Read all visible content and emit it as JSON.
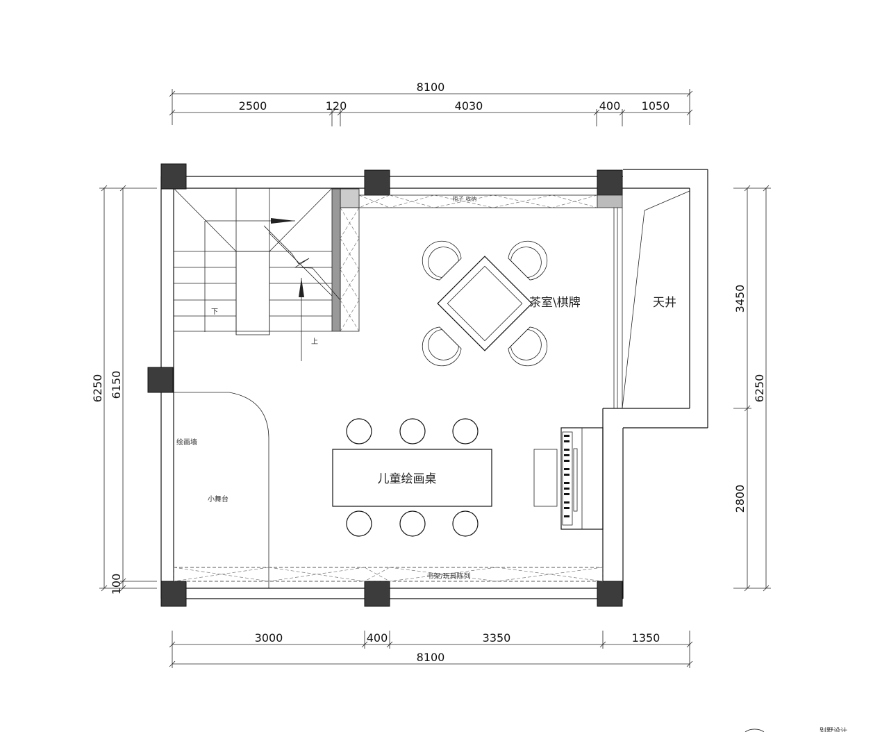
{
  "dimensions": {
    "top_total": "8100",
    "top_segments": [
      "2500",
      "120",
      "4030",
      "400",
      "1050"
    ],
    "bottom_segments": [
      "3000",
      "400",
      "3350",
      "1350"
    ],
    "bottom_total": "8100",
    "left_outer": "6250",
    "left_inner": "6150",
    "left_small": "100",
    "right_upper": "3450",
    "right_lower": "2800",
    "right_total": "6250"
  },
  "labels": {
    "tea_room": "茶室\\棋牌",
    "skylight": "天井",
    "kids_table": "儿童绘画桌",
    "painting_wall": "绘画墙",
    "small_stage": "小舞台",
    "stair_down": "下",
    "stair_up": "上",
    "cabinet_top": "柜子 收纳",
    "bookshelf": "书架/玩具陈列"
  },
  "corner_text": "别墅设计"
}
